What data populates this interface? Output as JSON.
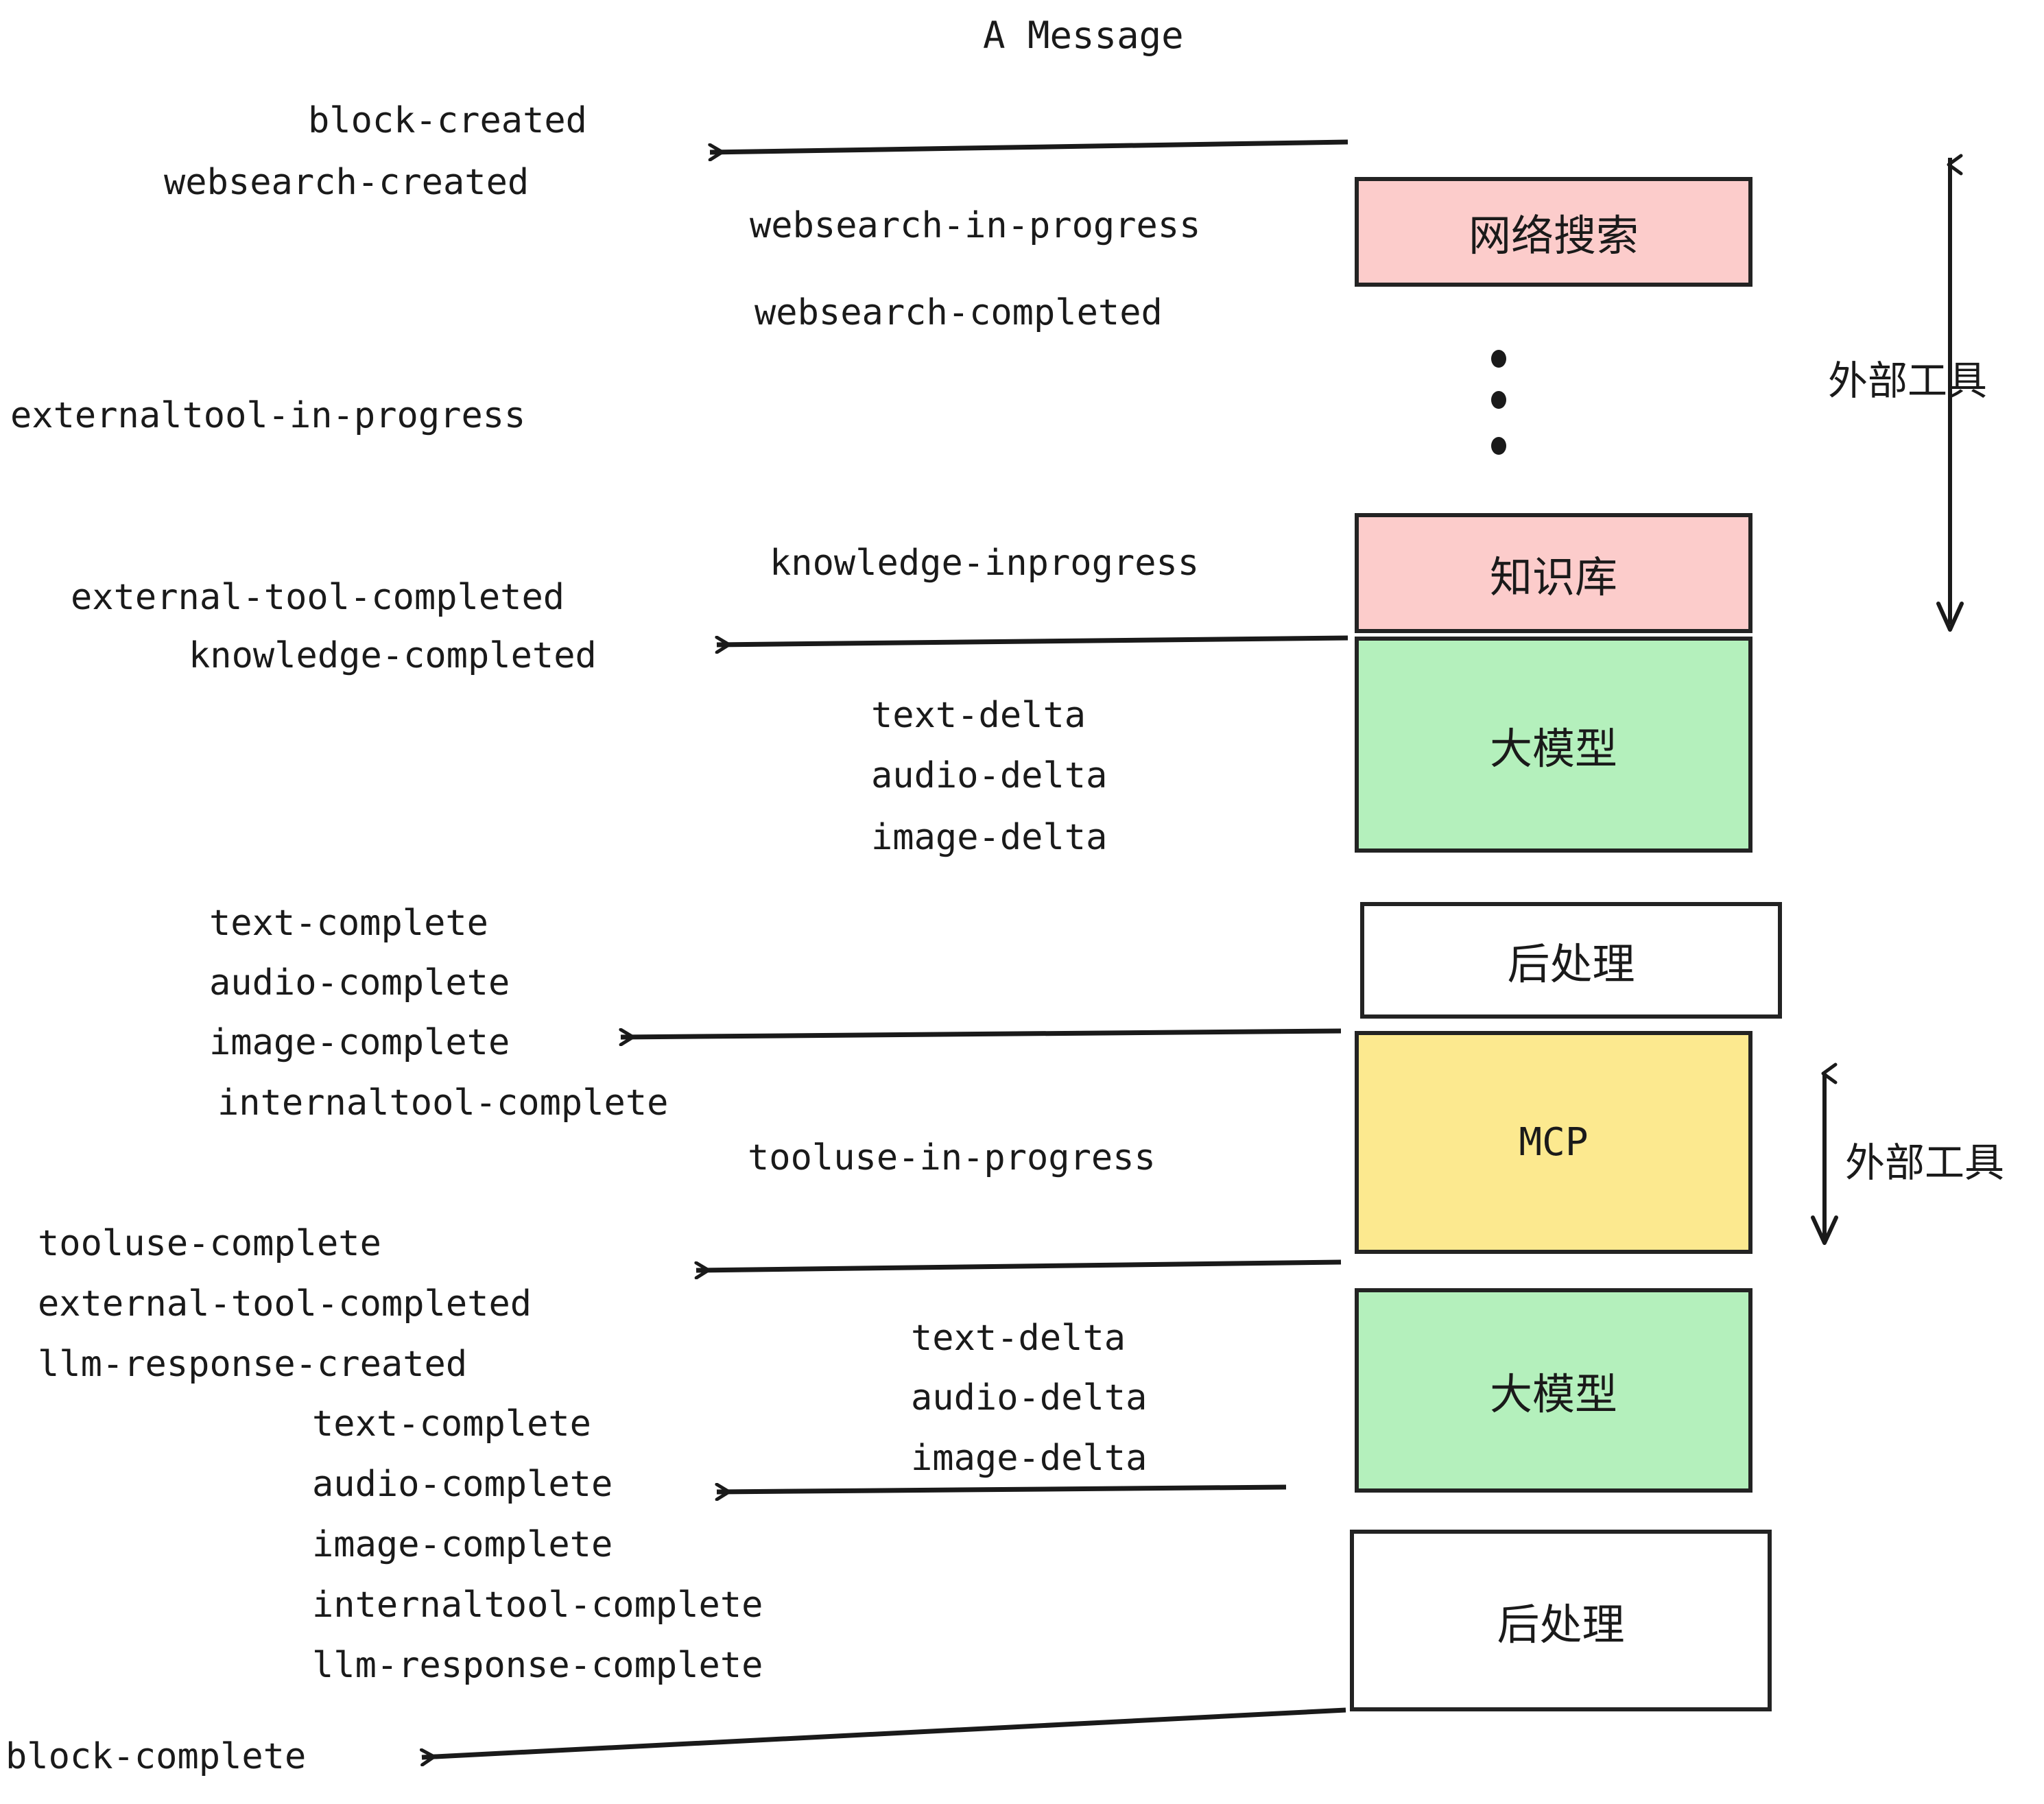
{
  "title": "A Message",
  "colors": {
    "pink": "#FCCCCB",
    "green": "#B4F0BC",
    "yellow": "#FCE98F",
    "white": "#FFFFFF",
    "stroke": "#232323",
    "text": "#1A1A1A"
  },
  "boxes": [
    {
      "id": "websearch",
      "label": "网络搜索",
      "fill": "#FCCCCB"
    },
    {
      "id": "knowledge",
      "label": "知识库",
      "fill": "#FCCCCB"
    },
    {
      "id": "llm-1",
      "label": "大模型",
      "fill": "#B4F0BC"
    },
    {
      "id": "postproc-1",
      "label": "后处理",
      "fill": "#FFFFFF"
    },
    {
      "id": "mcp",
      "label": "MCP",
      "fill": "#FCE98F"
    },
    {
      "id": "llm-2",
      "label": "大模型",
      "fill": "#B4F0BC"
    },
    {
      "id": "postproc-2",
      "label": "后处理",
      "fill": "#FFFFFF"
    }
  ],
  "side_labels": [
    {
      "id": "external-tools-top",
      "text": "外部工具"
    },
    {
      "id": "external-tools-bottom",
      "text": "外部工具"
    }
  ],
  "events": [
    {
      "id": "block-created",
      "text": "block-created"
    },
    {
      "id": "websearch-created",
      "text": "websearch-created"
    },
    {
      "id": "websearch-in-progress",
      "text": "websearch-in-progress"
    },
    {
      "id": "websearch-completed",
      "text": "websearch-completed"
    },
    {
      "id": "externaltool-in-progress",
      "text": "externaltool-in-progress"
    },
    {
      "id": "knowledge-inprogress",
      "text": "knowledge-inprogress"
    },
    {
      "id": "external-tool-completed-1",
      "text": "external-tool-completed"
    },
    {
      "id": "knowledge-completed",
      "text": "knowledge-completed"
    },
    {
      "id": "text-delta-1",
      "text": "text-delta"
    },
    {
      "id": "audio-delta-1",
      "text": "audio-delta"
    },
    {
      "id": "image-delta-1",
      "text": "image-delta"
    },
    {
      "id": "text-complete-1",
      "text": "text-complete"
    },
    {
      "id": "audio-complete-1",
      "text": "audio-complete"
    },
    {
      "id": "image-complete-1",
      "text": "image-complete"
    },
    {
      "id": "internaltool-complete-1",
      "text": "internaltool-complete"
    },
    {
      "id": "tooluse-in-progress",
      "text": "tooluse-in-progress"
    },
    {
      "id": "tooluse-complete",
      "text": "tooluse-complete"
    },
    {
      "id": "external-tool-completed-2",
      "text": "external-tool-completed"
    },
    {
      "id": "llm-response-created",
      "text": "llm-response-created"
    },
    {
      "id": "text-delta-2",
      "text": "text-delta"
    },
    {
      "id": "audio-delta-2",
      "text": "audio-delta"
    },
    {
      "id": "image-delta-2",
      "text": "image-delta"
    },
    {
      "id": "text-complete-2",
      "text": "text-complete"
    },
    {
      "id": "audio-complete-2",
      "text": "audio-complete"
    },
    {
      "id": "image-complete-2",
      "text": "image-complete"
    },
    {
      "id": "internaltool-complete-2",
      "text": "internaltool-complete"
    },
    {
      "id": "llm-response-complete",
      "text": "llm-response-complete"
    },
    {
      "id": "block-complete",
      "text": "block-complete"
    }
  ]
}
